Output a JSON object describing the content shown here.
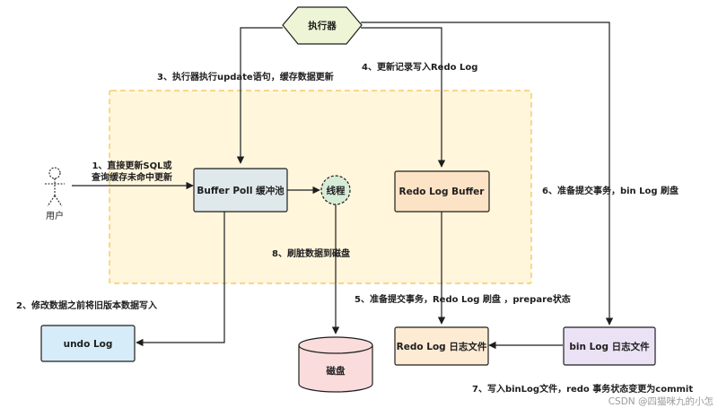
{
  "nodes": {
    "executor": "执行器",
    "buffer_pool": "Buffer Poll 缓冲池",
    "thread": "线程",
    "redo_log_buffer": "Redo Log Buffer",
    "undo_log": "undo Log",
    "disk": "磁盘",
    "redo_log_file": "Redo Log 日志文件",
    "bin_log_file": "bin Log 日志文件",
    "user": "用户"
  },
  "steps": {
    "s1_line1": "1、直接更新SQL或",
    "s1_line2": "查询缓存未命中更新",
    "s2": "2、修改数据之前将旧版本数据写入",
    "s3": "3、执行器执行update语句，缓存数据更新",
    "s4": "4、更新记录写入Redo Log",
    "s5": "5、准备提交事务，Redo Log 刷盘 ，prepare状态",
    "s6": "6、准备提交事务，bin Log 刷盘",
    "s7": "7、写入binLog文件，redo 事务状态变更为commit",
    "s8": "8、刷脏数据到磁盘"
  },
  "watermark": "CSDN @四猫咪九的小怎",
  "colors": {
    "memory_area_fill": "#fff6dc",
    "memory_area_border": "#f2c14e",
    "executor_fill": "#eef5d6",
    "buffer_pool_fill": "#dfe8ea",
    "thread_fill": "#d7ecd7",
    "redo_buffer_fill": "#fde3c5",
    "undo_fill": "#d6ecf8",
    "disk_fill": "#fadcdc",
    "redo_file_fill": "#fdebd3",
    "bin_file_fill": "#ece2f5"
  }
}
